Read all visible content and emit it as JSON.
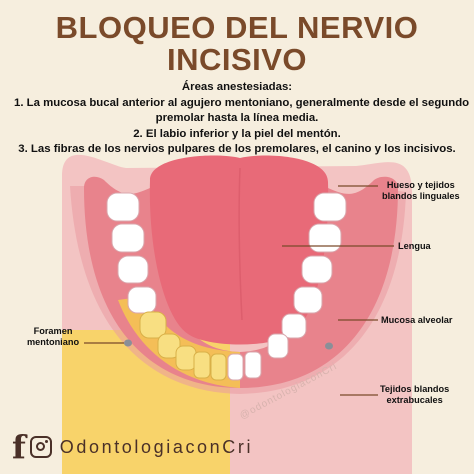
{
  "title": {
    "line1": "BLOQUEO DEL NERVIO",
    "line2": "INCISIVO"
  },
  "areas": {
    "heading": "Áreas anestesiadas:",
    "lines": [
      "1. La mucosa bucal anterior al agujero mentoniano, generalmente desde el segundo",
      "premolar hasta la línea media.",
      "2. El labio inferior y la piel del mentón.",
      "3. Las fibras de los nervios pulpares de los premolares, el canino y los incisivos."
    ]
  },
  "labels": {
    "hueso_line1": "Hueso y tejidos",
    "hueso_line2": "blandos linguales",
    "lengua": "Lengua",
    "mucosa": "Mucosa alveolar",
    "tejidos_line1": "Tejidos blandos",
    "tejidos_line2": "extrabucales",
    "foramen_line1": "Foramen",
    "foramen_line2": "mentoniano"
  },
  "footer": {
    "facebook_glyph": "f",
    "handle": "OdontologiaconCri",
    "watermark": "@odontologiaconCri"
  },
  "colors": {
    "background": "#f6eede",
    "title": "#7a4a2a",
    "outer_tissue": "#f3c4c3",
    "gum": "#e8838c",
    "tongue": "#e86a78",
    "anesthetized_zone": "#f8d36a",
    "icons": "#4a3028"
  }
}
